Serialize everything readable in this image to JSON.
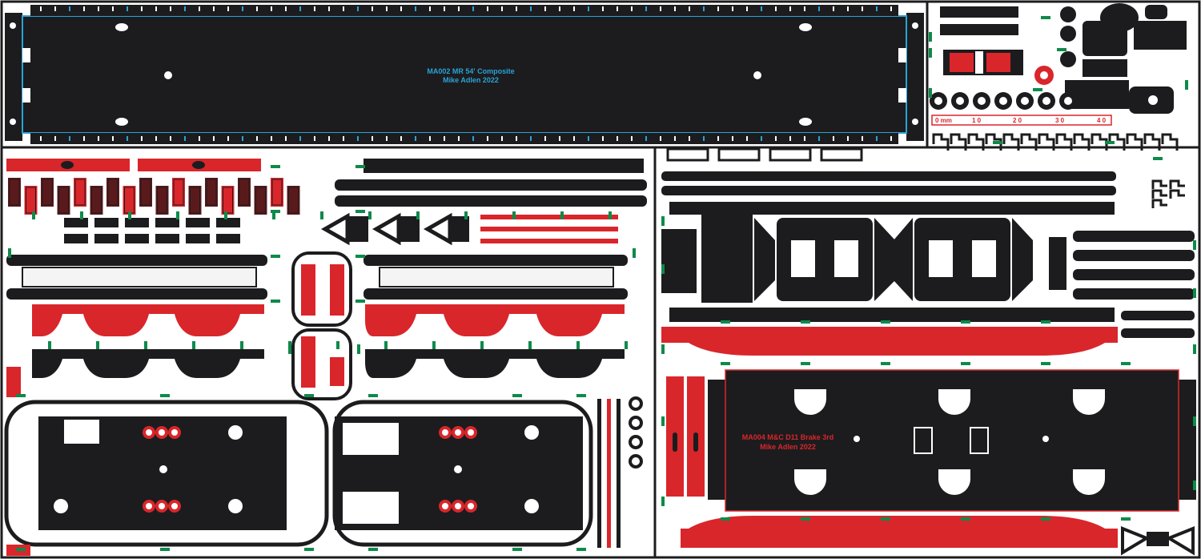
{
  "labels": {
    "top_panel_line1": "MA002 MR 54' Composite",
    "top_panel_line2": "Mike Adlen  2022",
    "lower_panel_line1": "MA004 M&C D11 Brake 3rd",
    "lower_panel_line2": "Mike Adlen  2022",
    "scale_unit": "0 mm",
    "scale_ticks": [
      "1 0",
      "2 0",
      "3 0",
      "4 0"
    ]
  },
  "colors": {
    "background": "#ffffff",
    "etch": "#1c1c1e",
    "half_etch": "#d9262b",
    "tab": "#0e8a4a",
    "accent": "#2aa3d8",
    "frame": "#1c1c1e"
  },
  "icons": {
    "scale_bar": "scale-ruler-icon",
    "logo_mark": "etch-frame-icon"
  }
}
